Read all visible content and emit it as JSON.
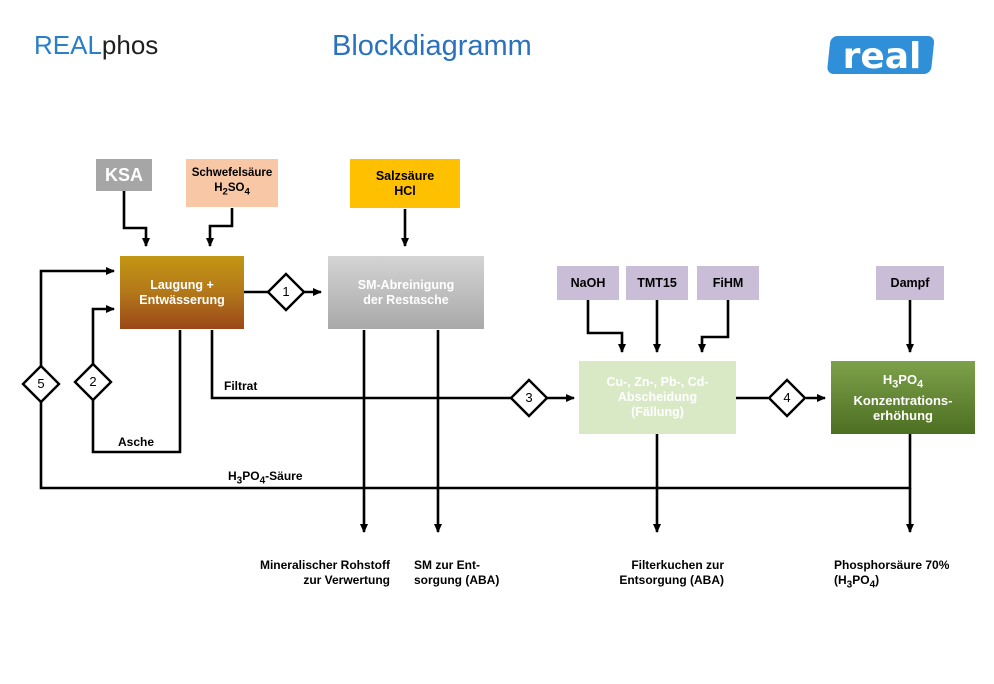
{
  "header": {
    "brand_a": "REAL",
    "brand_b": "phos",
    "title": "Blockdiagramm",
    "logo_text": "real"
  },
  "inputs": {
    "ksa": "KSA",
    "schwefel_line1": "Schwefelsäure",
    "schwefel_formula": [
      "H",
      "2",
      "SO",
      "4"
    ],
    "salzsaeure_line1": "Salzsäure",
    "salzsaeure_line2": "HCl",
    "naoh": "NaOH",
    "tmt15": "TMT15",
    "fihm": "FiHM",
    "dampf": "Dampf"
  },
  "process": {
    "laugung_line1": "Laugung +",
    "laugung_line2": "Entwässerung",
    "sm_line1": "SM-Abreinigung",
    "sm_line2": "der Restasche",
    "faellung_line1": "Cu-, Zn-, Pb-, Cd-",
    "faellung_line2": "Abscheidung",
    "faellung_line3": "(Fällung)",
    "konz_formula": [
      "H",
      "3",
      "PO",
      "4"
    ],
    "konz_line2": "Konzentrations-",
    "konz_line3": "erhöhung"
  },
  "stream_labels": {
    "filtrat": "Filtrat",
    "asche": "Asche",
    "saeure_formula": [
      "H",
      "3",
      "PO",
      "4",
      "-Säure"
    ]
  },
  "decision_numbers": [
    "1",
    "2",
    "3",
    "4",
    "5"
  ],
  "outputs": {
    "mineral_line1": "Mineralischer Rohstoff",
    "mineral_line2": "zur Verwertung",
    "sm_line1": "SM zur Ent-",
    "sm_line2": "sorgung (ABA)",
    "filter_line1": "Filterkuchen zur",
    "filter_line2": "Entsorgung (ABA)",
    "phos_line1": "Phosphorsäure 70%",
    "phos_formula": [
      "(H",
      "3",
      "PO",
      "4",
      ")"
    ]
  },
  "colors": {
    "brand_blue": "#2a7fc9",
    "title_blue": "#2a72c0",
    "logo_blue": "#2f8fd8",
    "ksa_gray": "#a6a6a6",
    "schwefel_peach": "#f8c7a6",
    "salz_yellow": "#ffc000",
    "chem_lilac": "#c9bdd8",
    "laugung_gold": "#c08f10",
    "laugung_brown": "#9b4718",
    "sm_gray_top": "#d0d0d0",
    "sm_gray_bottom": "#a9a9a9",
    "faellung_green": "#d9e9c6",
    "konz_green_top": "#7ea14b",
    "konz_green_bottom": "#4c6f22"
  }
}
